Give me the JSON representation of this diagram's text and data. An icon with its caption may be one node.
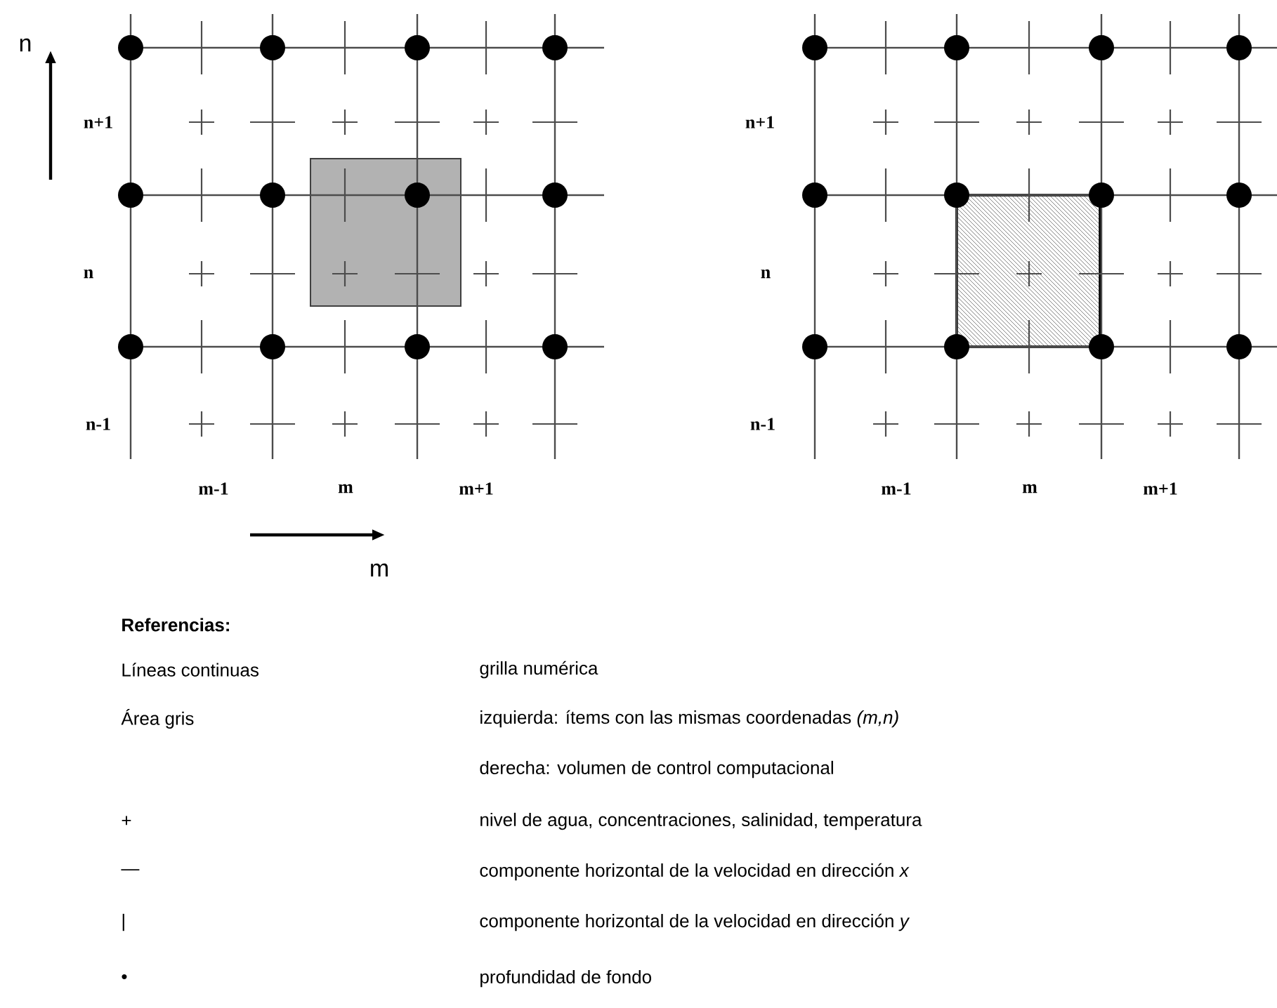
{
  "diagram": {
    "labels": [
      "n",
      "n+1",
      "n",
      "n-1",
      "m-1",
      "m",
      "m+1",
      "m",
      "n+1",
      "n",
      "n-1",
      "m-1",
      "m",
      "m+1",
      "Referencias:",
      "Líneas continuas",
      "grilla numérica",
      "Área gris",
      "izquierda: ítems con las mismas coordenadas *(m,n)*",
      "derecha: volumen de control computacional",
      "+",
      "nivel de agua, concentraciones, salinidad, temperatura",
      "—",
      "componente horizontal de la velocidad en dirección *x*",
      "|",
      "componente horizontal de la velocidad en dirección *y*",
      "•",
      "profundidad de fondo"
    ]
  }
}
